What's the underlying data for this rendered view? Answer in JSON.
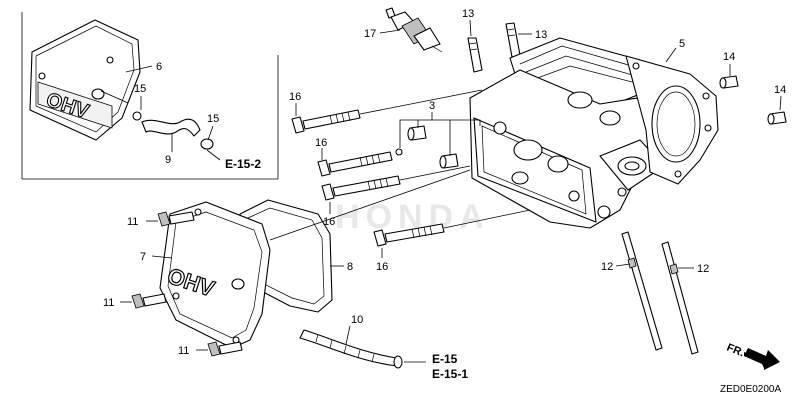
{
  "diagram": {
    "callouts": {
      "c17": "17",
      "c13a": "13",
      "c13b": "13",
      "c5": "5",
      "c14a": "14",
      "c14b": "14",
      "c6": "6",
      "c15a": "15",
      "c15b": "15",
      "c9": "9",
      "c16a": "16",
      "c16b": "16",
      "c16c": "16",
      "c16d": "16",
      "c3": "3",
      "c11a": "11",
      "c11b": "11",
      "c11c": "11",
      "c7": "7",
      "c8": "8",
      "c10": "10",
      "c12a": "12",
      "c12b": "12"
    },
    "refs": {
      "inset": "E-15-2",
      "primary": "E-15",
      "secondary": "E-15-1"
    },
    "cover_lettering": "OHV",
    "watermark_text": "HONDA",
    "front_indicator": "FR.",
    "drawing_code": "ZED0E0200A"
  },
  "icons": [
    "spark-plug-icon",
    "front-arrow-icon"
  ]
}
